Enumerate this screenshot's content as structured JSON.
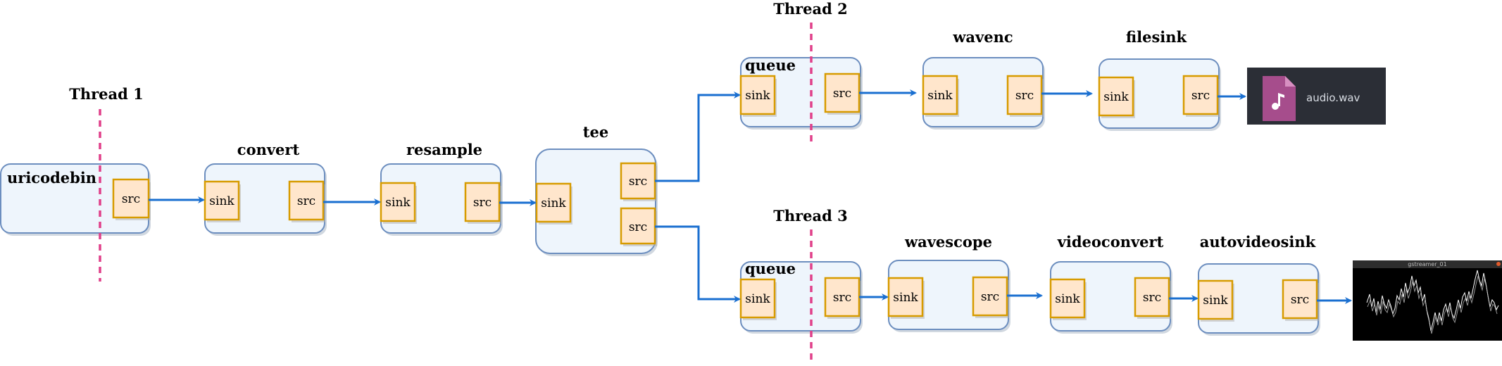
{
  "threads": {
    "thread1": "Thread 1",
    "thread2": "Thread 2",
    "thread3": "Thread 3"
  },
  "elements": {
    "uricodebin": "uricodebin",
    "convert": "convert",
    "resample": "resample",
    "tee": "tee",
    "queue_top": "queue",
    "wavenc": "wavenc",
    "filesink": "filesink",
    "queue_bottom": "queue",
    "wavescope": "wavescope",
    "videoconvert": "videoconvert",
    "autovideosink": "autovideosink"
  },
  "pads": {
    "sink": "sink",
    "src": "src"
  },
  "output_file": {
    "name": "audio.wav",
    "icon": "music-file-icon"
  },
  "video_window": {
    "title": "gstreamer_01",
    "icon": "waveform-scope-preview"
  },
  "colors": {
    "element_fill": "#eef5fc",
    "element_stroke": "#6c8ebf",
    "pad_fill": "#ffe6cc",
    "pad_stroke": "#d79b00",
    "link": "#1a6fd0",
    "thread_divider": "#e0408a",
    "file_card": "#2b2e36",
    "file_icon": "#a64d8c"
  }
}
